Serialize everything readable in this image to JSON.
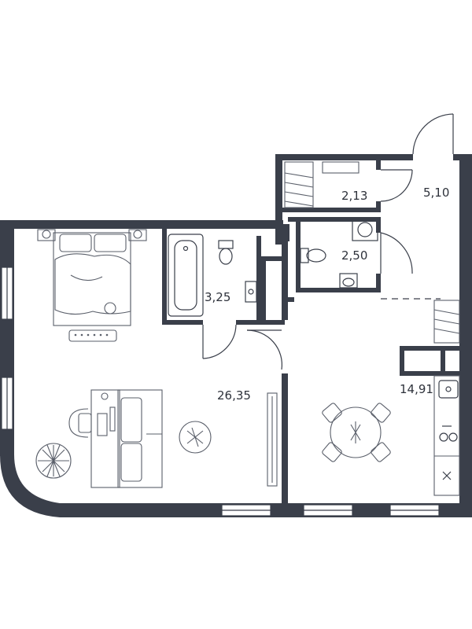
{
  "rooms": [
    {
      "id": "living",
      "area": "26,35",
      "color": "#2e323b"
    },
    {
      "id": "kitchen",
      "area": "14,91",
      "color": "#2e323b"
    },
    {
      "id": "bathroom",
      "area": "3,25",
      "color": "#2e323b"
    },
    {
      "id": "toilet",
      "area": "2,50",
      "color": "#2e323b"
    },
    {
      "id": "closet",
      "area": "2,13",
      "color": "#2e323b"
    },
    {
      "id": "hall",
      "area": "5,10",
      "color": "#2e323b"
    }
  ],
  "colors": {
    "wall": "#3a3f4a",
    "background": "#ffffff"
  },
  "icons": [
    "bed-icon",
    "desk-icon",
    "office-chair-icon",
    "plant-icon",
    "coffee-table-icon",
    "bathtub-icon",
    "toilet-icon",
    "sink-icon",
    "washing-machine-icon",
    "dining-table-icon",
    "stove-icon",
    "kitchen-sink-icon",
    "wardrobe-icon"
  ]
}
